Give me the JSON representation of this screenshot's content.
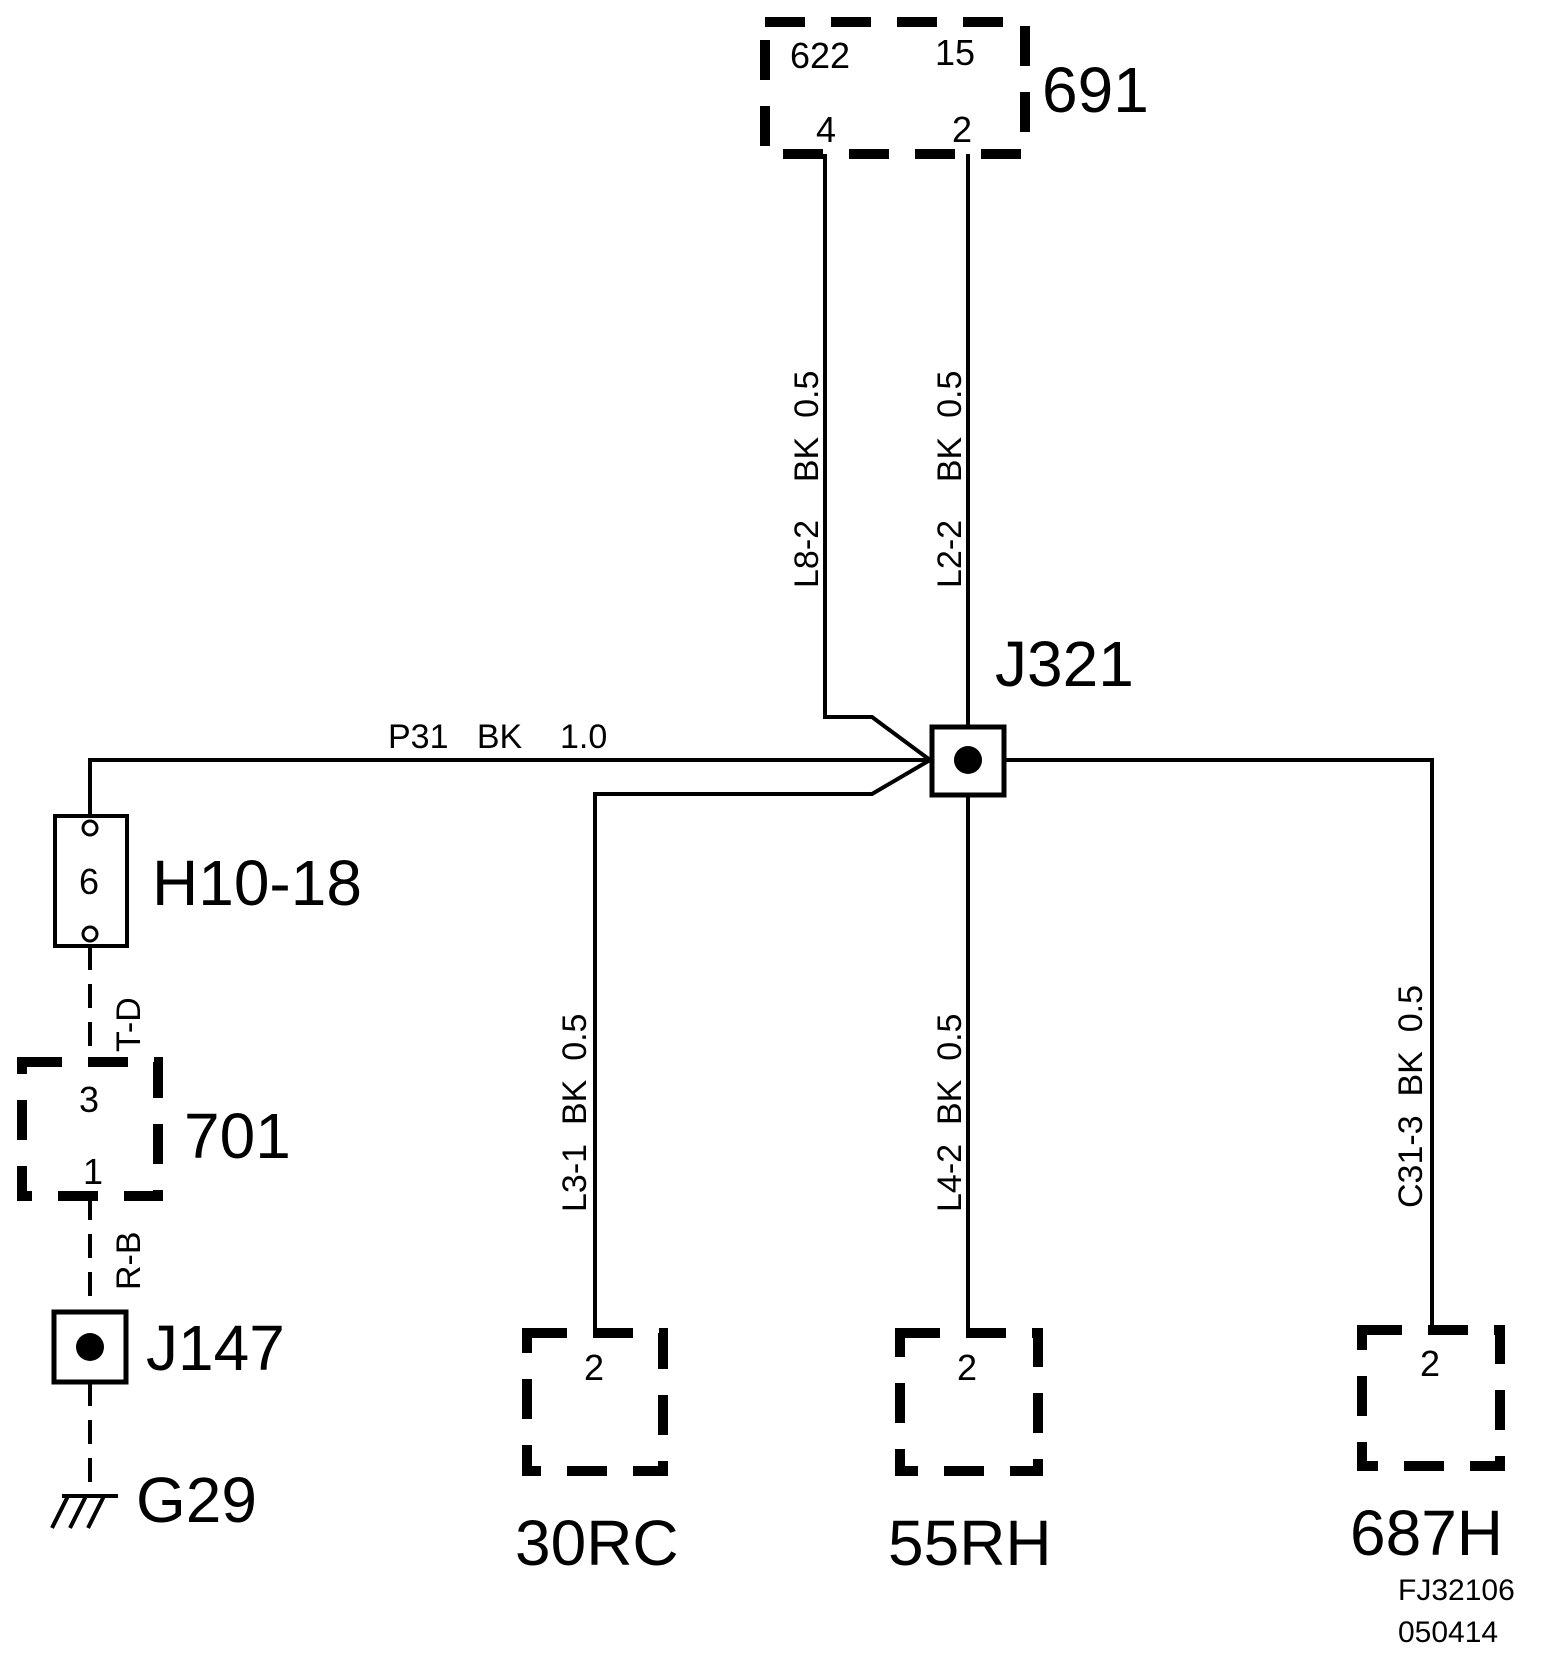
{
  "components": {
    "c691": {
      "label": "691",
      "pins": [
        "622",
        "15",
        "4",
        "2"
      ]
    },
    "j321": {
      "label": "J321"
    },
    "h10": {
      "label": "H10-18",
      "pin": "6"
    },
    "c701": {
      "label": "701",
      "pins": [
        "3",
        "1"
      ]
    },
    "j147": {
      "label": "J147"
    },
    "g29": {
      "label": "G29"
    },
    "c30rc": {
      "label": "30RC",
      "pin": "2"
    },
    "c55rh": {
      "label": "55RH",
      "pin": "2"
    },
    "c687h": {
      "label": "687H",
      "pin": "2"
    }
  },
  "wires": {
    "l8": "L8-2    BK  0.5",
    "l2": "L2-2    BK  0.5",
    "p31": "P31   BK    1.0",
    "l3": "L3-1  BK  0.5",
    "l4": "L4-2  BK  0.5",
    "c31": "C31-3  BK  0.5",
    "td": "T-D",
    "rb": "R-B"
  },
  "reference": {
    "code": "FJ32106",
    "date": "050414"
  }
}
